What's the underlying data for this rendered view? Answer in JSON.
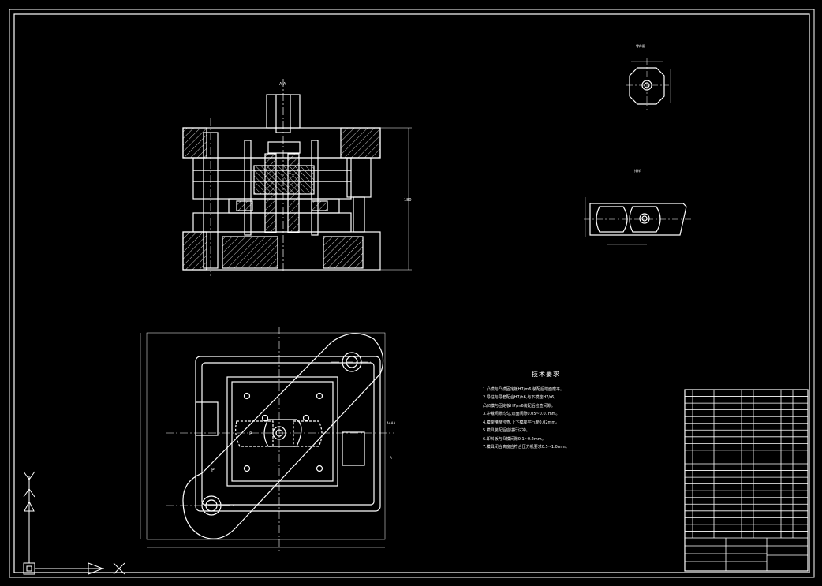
{
  "drawing": {
    "background": "#000000",
    "line_color": "#ffffff",
    "centerline_color": "#e8e8e8"
  },
  "labels": {
    "section_mark_top": "A-A",
    "plan_mark": "A",
    "part_view_title": "零件图",
    "strip_title": "排样",
    "side_label": "AAAA",
    "mark_p1": "P",
    "mark_p2": "P"
  },
  "notes": {
    "title": "技术要求",
    "lines": [
      "1.凸模与凸模固定板H7/m6,装配后端面磨平。",
      "2.导柱与导套配合H7/h6,与下模座H7/r6。",
      "  凸凹模与固定板H7/m6装配后检查间隙。",
      "3.冲裁间隙均匀,双面间隙0.05~0.07mm。",
      "4.模架精度检查,上下模座平行度0.02mm。",
      "5.模具装配后应进行试冲。",
      "6.卸料板与凸模间隙0.1~0.2mm。",
      "7.模具闭合高度应符合压力机要求0.5~1.0mm。"
    ]
  },
  "title_block": {
    "rows": 22,
    "cols_note": "parts list"
  },
  "icons": {
    "ucs": "ucs-axis-icon"
  }
}
